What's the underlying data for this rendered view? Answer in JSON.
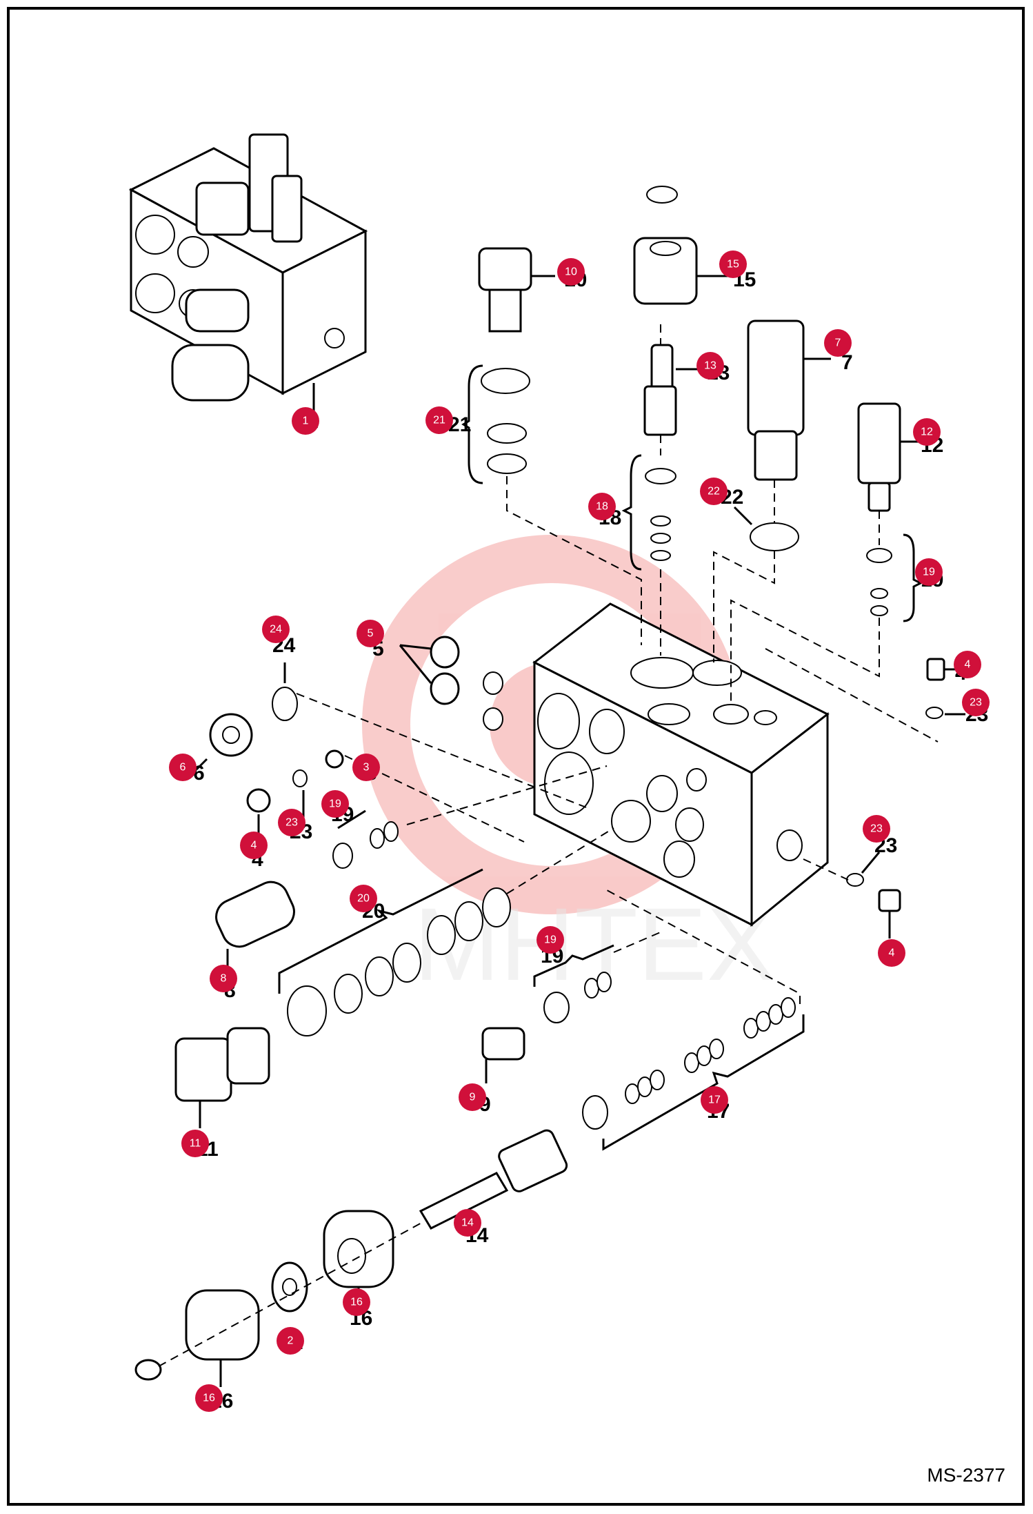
{
  "reference_code": "MS-2377",
  "watermark_text": "MHTEX",
  "callout_color": "#d0103a",
  "callouts": [
    {
      "id": "c1",
      "label": "1",
      "printed": "1"
    },
    {
      "id": "c2",
      "label": "2",
      "printed": "2"
    },
    {
      "id": "c3",
      "label": "3",
      "printed": "3"
    },
    {
      "id": "c4a",
      "label": "4",
      "printed": "4"
    },
    {
      "id": "c4b",
      "label": "4",
      "printed": "4"
    },
    {
      "id": "c4c",
      "label": "4",
      "printed": "4"
    },
    {
      "id": "c5",
      "label": "5",
      "printed": "5"
    },
    {
      "id": "c6",
      "label": "6",
      "printed": "6"
    },
    {
      "id": "c7",
      "label": "7",
      "printed": "7"
    },
    {
      "id": "c8",
      "label": "8",
      "printed": "8"
    },
    {
      "id": "c9",
      "label": "9",
      "printed": "9"
    },
    {
      "id": "c10",
      "label": "10",
      "printed": "10"
    },
    {
      "id": "c11",
      "label": "11",
      "printed": "11"
    },
    {
      "id": "c12",
      "label": "12",
      "printed": "12"
    },
    {
      "id": "c13",
      "label": "13",
      "printed": "13"
    },
    {
      "id": "c14",
      "label": "14",
      "printed": "14"
    },
    {
      "id": "c15",
      "label": "15",
      "printed": "15"
    },
    {
      "id": "c16a",
      "label": "16",
      "printed": "16"
    },
    {
      "id": "c16b",
      "label": "16",
      "printed": "16"
    },
    {
      "id": "c17",
      "label": "17",
      "printed": "17"
    },
    {
      "id": "c18",
      "label": "18",
      "printed": "18"
    },
    {
      "id": "c19a",
      "label": "19",
      "printed": "19"
    },
    {
      "id": "c19b",
      "label": "19",
      "printed": "19"
    },
    {
      "id": "c19c",
      "label": "19",
      "printed": "19"
    },
    {
      "id": "c20",
      "label": "20",
      "printed": "20"
    },
    {
      "id": "c21",
      "label": "21",
      "printed": "21"
    },
    {
      "id": "c22",
      "label": "22",
      "printed": "22"
    },
    {
      "id": "c23a",
      "label": "23",
      "printed": "23"
    },
    {
      "id": "c23b",
      "label": "23",
      "printed": "23"
    },
    {
      "id": "c23c",
      "label": "23",
      "printed": "23"
    },
    {
      "id": "c24",
      "label": "24",
      "printed": "24"
    }
  ]
}
